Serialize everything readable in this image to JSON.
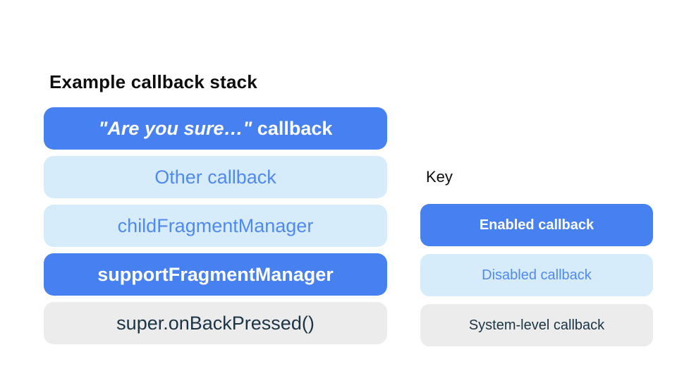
{
  "colors": {
    "enabled_bg": "#4781F1",
    "enabled_text": "#ffffff",
    "disabled_bg": "#D6ECFB",
    "disabled_text": "#5089F0",
    "system_bg": "#ECECEC",
    "system_text": "#1A3545",
    "heading_text": "#0d0d0d",
    "page_bg": "#ffffff"
  },
  "stack": {
    "title": "Example callback stack",
    "items": [
      {
        "label_quote": "\"Are you sure…\"",
        "label_rest": " callback",
        "type": "enabled"
      },
      {
        "label": "Other callback",
        "type": "disabled"
      },
      {
        "label": "childFragmentManager",
        "type": "disabled"
      },
      {
        "label": "supportFragmentManager",
        "type": "enabled"
      },
      {
        "label": "super.onBackPressed()",
        "type": "system"
      }
    ]
  },
  "key": {
    "title": "Key",
    "items": [
      {
        "label": "Enabled callback",
        "type": "enabled"
      },
      {
        "label": "Disabled callback",
        "type": "disabled"
      },
      {
        "label": "System-level callback",
        "type": "system"
      }
    ]
  }
}
